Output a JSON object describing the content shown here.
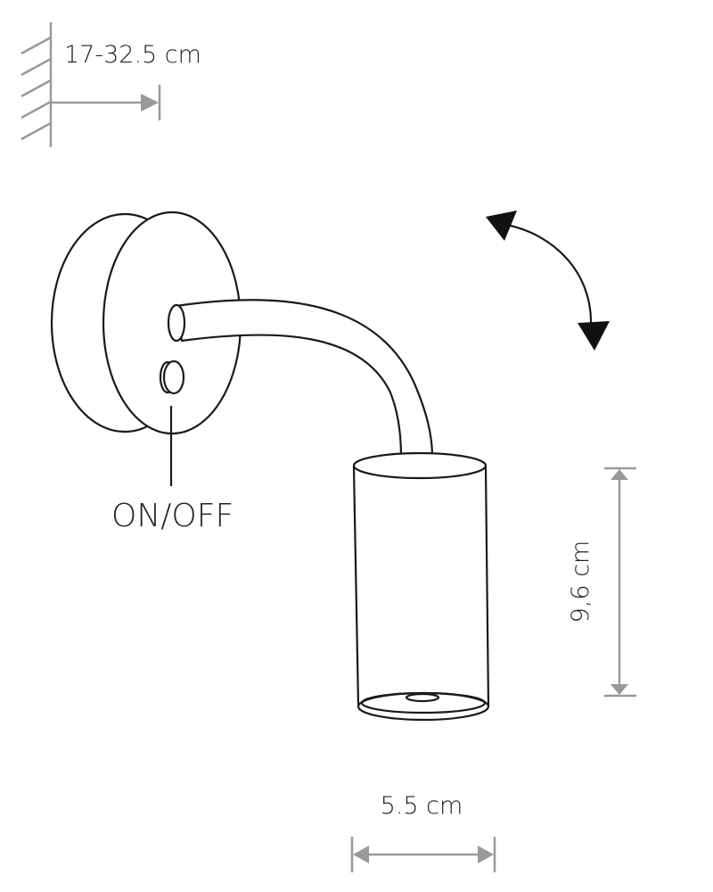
{
  "labels": {
    "projection": "17-32.5 cm",
    "switch": "ON/OFF",
    "height": "9,6 cm",
    "diameter": "5.5 cm"
  },
  "colors": {
    "dimension_lines": "#999999",
    "outline": "#1a1a1a"
  }
}
